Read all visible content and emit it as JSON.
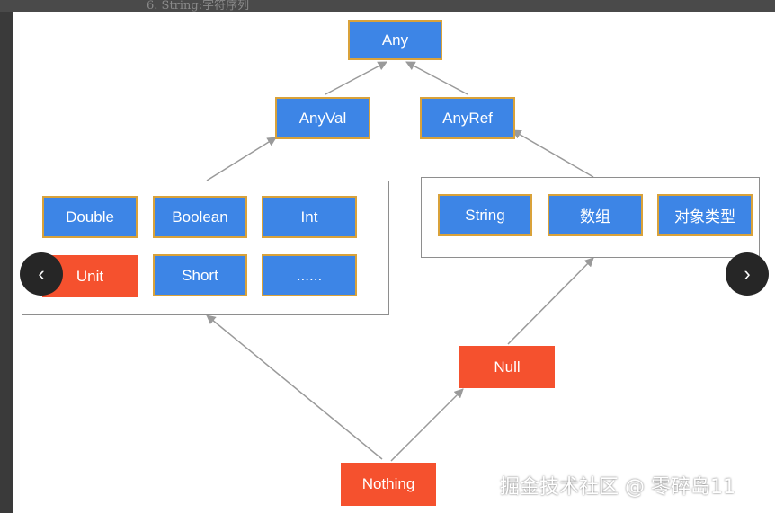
{
  "header": {
    "fragment": "6.  String:字符序列"
  },
  "nodes": {
    "any": "Any",
    "anyval": "AnyVal",
    "anyref": "AnyRef",
    "double": "Double",
    "boolean": "Boolean",
    "int": "Int",
    "unit": "Unit",
    "short": "Short",
    "more": "......",
    "string": "String",
    "array": "数组",
    "object_type": "对象类型",
    "null": "Null",
    "nothing": "Nothing"
  },
  "colors": {
    "blue": "#3d85e6",
    "red": "#f5512e",
    "box_border": "#d9a23a",
    "line": "#9a9a9a"
  },
  "nav": {
    "prev_icon": "chevron-left-icon",
    "next_icon": "chevron-right-icon",
    "prev_glyph": "‹",
    "next_glyph": "›"
  },
  "watermark": "掘金技术社区 @ 零碎岛11"
}
